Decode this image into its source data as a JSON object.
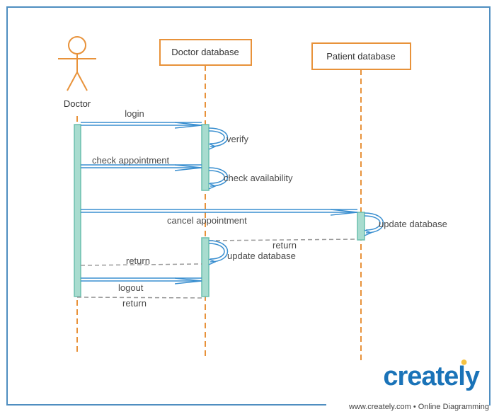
{
  "actor": {
    "label": "Doctor"
  },
  "participants": [
    {
      "id": "doctor_db",
      "label": "Doctor database"
    },
    {
      "id": "patient_db",
      "label": "Patient database"
    }
  ],
  "messages": [
    {
      "id": "login",
      "label": "login",
      "from": "doctor",
      "to": "doctor_db",
      "kind": "call"
    },
    {
      "id": "verify",
      "label": "verify",
      "from": "doctor_db",
      "to": "doctor_db",
      "kind": "self"
    },
    {
      "id": "check_appointment",
      "label": "check appointment",
      "from": "doctor",
      "to": "doctor_db",
      "kind": "call"
    },
    {
      "id": "check_availability",
      "label": "check availability",
      "from": "doctor_db",
      "to": "doctor_db",
      "kind": "self"
    },
    {
      "id": "cancel_appointment",
      "label": "cancel appointment",
      "from": "doctor",
      "to": "patient_db",
      "kind": "call"
    },
    {
      "id": "update_database_1",
      "label": "update database",
      "from": "patient_db",
      "to": "patient_db",
      "kind": "self"
    },
    {
      "id": "return_1",
      "label": "return",
      "from": "patient_db",
      "to": "doctor_db",
      "kind": "return"
    },
    {
      "id": "update_database_2",
      "label": "update database",
      "from": "doctor_db",
      "to": "doctor_db",
      "kind": "self"
    },
    {
      "id": "return_2",
      "label": "return",
      "from": "doctor_db",
      "to": "doctor",
      "kind": "return"
    },
    {
      "id": "logout",
      "label": "logout",
      "from": "doctor",
      "to": "doctor_db",
      "kind": "call"
    },
    {
      "id": "return_3",
      "label": "return",
      "from": "doctor_db",
      "to": "doctor",
      "kind": "return"
    }
  ],
  "colors": {
    "frame": "#4f8ec0",
    "lifeline": "#e8923a",
    "arrow": "#3a8fd0",
    "activation_fill": "#a8dccf",
    "activation_stroke": "#6bbfae",
    "return": "#999999",
    "brand": "#1a73b8"
  },
  "branding": {
    "wordmark": "creately",
    "tagline": "www.creately.com • Online Diagramming"
  }
}
